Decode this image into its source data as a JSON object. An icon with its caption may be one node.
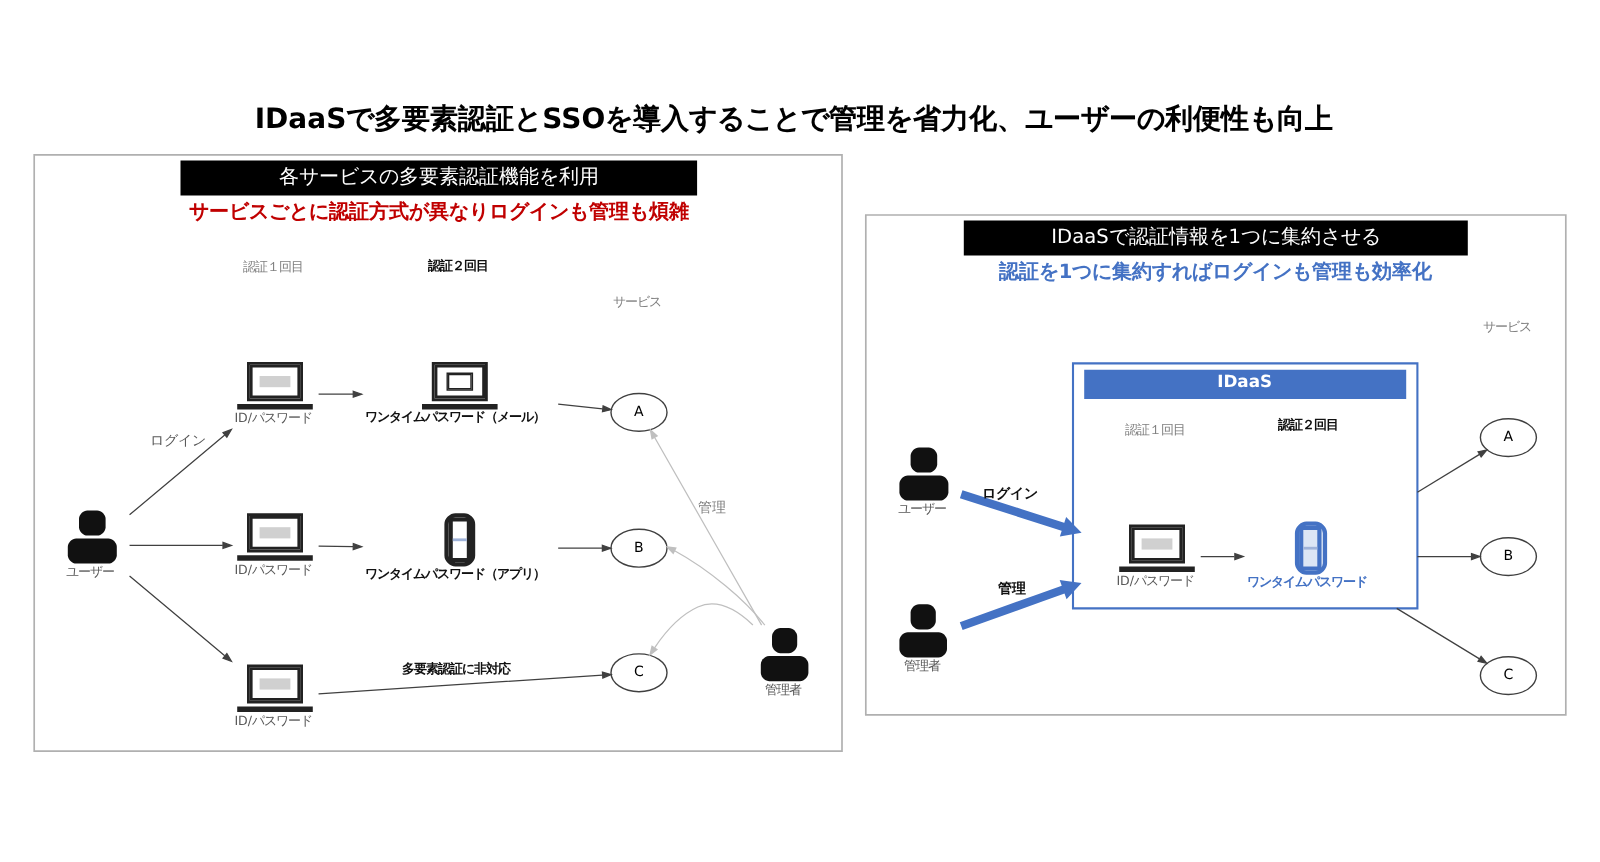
{
  "diagram": {
    "title": "IDaaSで多要素認証とSSOを導入することで管理を省力化、ユーザーの利便性も向上",
    "nodes": [
      {
        "text": [
          "各サービスの多要素認証機能を利用",
          "サービスごとに認証方式が異なりログインも管理も煩雑"
        ]
      },
      {
        "text": [],
        "shape": "person",
        "beside": [
          "ユーザー"
        ],
        "in": 0
      },
      {
        "text": [],
        "shape": "laptop",
        "beside": [
          "ID/パスワード"
        ],
        "in": 0
      },
      {
        "text": [],
        "shape": "laptop",
        "beside": [
          "ワンタイムパスワード（メール）"
        ],
        "in": 0
      },
      {
        "text": [
          "A"
        ],
        "in": 0
      },
      {
        "text": [],
        "shape": "laptop",
        "beside": [
          "ID/パスワード"
        ],
        "in": 0
      },
      {
        "text": [],
        "shape": "phone",
        "beside": [
          "ワンタイムパスワード（アプリ）"
        ],
        "in": 0
      },
      {
        "text": [
          "B"
        ],
        "in": 0
      },
      {
        "text": [],
        "shape": "person",
        "beside": [
          "管理者"
        ],
        "in": 0
      },
      {
        "text": [],
        "shape": "laptop",
        "beside": [
          "ID/パスワード"
        ],
        "in": 0
      },
      {
        "text": [
          "C"
        ],
        "in": 0
      },
      {
        "text": [
          "IDaaSで認証情報を1つに集約させる",
          "認証を1つに集約すればログインも管理も効率化"
        ]
      },
      {
        "text": [],
        "shape": "person",
        "beside": [
          "ユーザー"
        ],
        "in": 11
      },
      {
        "text": [
          "IDaaS"
        ],
        "in": 11
      },
      {
        "text": [],
        "shape": "laptop",
        "beside": [
          "ID/パスワード"
        ],
        "in": 13
      },
      {
        "text": [],
        "shape": "phone",
        "beside": [
          "ワンタイムパスワード"
        ],
        "in": 13
      },
      {
        "text": [
          "A"
        ],
        "in": 11
      },
      {
        "text": [
          "B"
        ],
        "in": 11
      },
      {
        "text": [
          "C"
        ],
        "in": 11
      },
      {
        "text": [],
        "shape": "person",
        "beside": [
          "管理者"
        ],
        "in": 11
      }
    ],
    "edges": [
      {
        "from": 1,
        "to": 2,
        "arrow": "to",
        "label": "ログイン"
      },
      {
        "from": 1,
        "to": 5,
        "arrow": "to"
      },
      {
        "from": 1,
        "to": 9,
        "arrow": "to"
      },
      {
        "from": 2,
        "to": 3,
        "arrow": "to"
      },
      {
        "from": 3,
        "to": 4,
        "arrow": "to"
      },
      {
        "from": 5,
        "to": 6,
        "arrow": "to"
      },
      {
        "from": 6,
        "to": 7,
        "arrow": "to"
      },
      {
        "from": 9,
        "to": 10,
        "arrow": "to",
        "label": "多要素認証に非対応"
      },
      {
        "from": 8,
        "to": 4,
        "arrow": "to",
        "label": "管理",
        "color": "#bfbfbf"
      },
      {
        "from": 8,
        "to": 7,
        "arrow": "to",
        "color": "#bfbfbf"
      },
      {
        "from": 8,
        "to": 10,
        "arrow": "to",
        "color": "#bfbfbf"
      },
      {
        "from": 12,
        "to": 13,
        "arrow": "to",
        "label": "ログイン",
        "style": "thick",
        "color": "#4472c4"
      },
      {
        "from": 14,
        "to": 15,
        "arrow": "to"
      },
      {
        "from": 13,
        "to": 16,
        "arrow": "to"
      },
      {
        "from": 13,
        "to": 17,
        "arrow": "to"
      },
      {
        "from": 13,
        "to": 18,
        "arrow": "to"
      },
      {
        "from": 19,
        "to": 13,
        "arrow": "to",
        "label": "管理",
        "style": "thick",
        "color": "#4472c4"
      }
    ],
    "labels": [
      "認証１回目",
      "認証２回目",
      "サービス",
      "サービス",
      "認証１回目",
      "認証２回目"
    ]
  }
}
